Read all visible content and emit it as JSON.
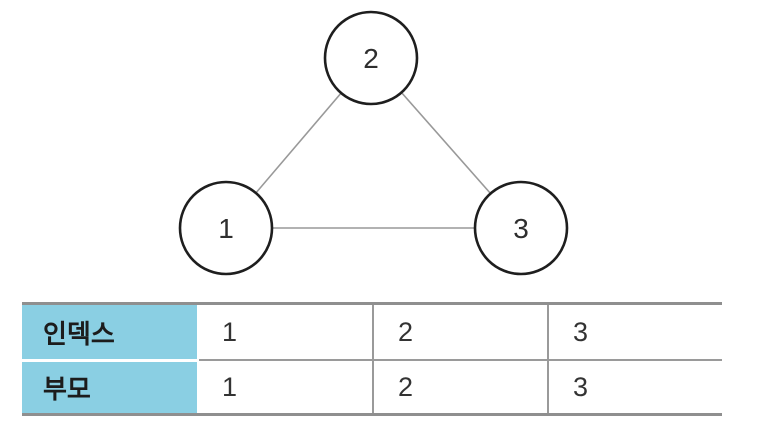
{
  "diagram": {
    "description": "undirected triangle graph",
    "nodes": [
      {
        "id": "1",
        "label": "1"
      },
      {
        "id": "2",
        "label": "2"
      },
      {
        "id": "3",
        "label": "3"
      }
    ],
    "edges": [
      {
        "from": "1",
        "to": "2"
      },
      {
        "from": "2",
        "to": "3"
      },
      {
        "from": "1",
        "to": "3"
      }
    ]
  },
  "table": {
    "rows": [
      {
        "header": "인덱스",
        "cells": [
          "1",
          "2",
          "3"
        ]
      },
      {
        "header": "부모",
        "cells": [
          "1",
          "2",
          "3"
        ]
      }
    ]
  },
  "colors": {
    "header_bg": "#8acfe3",
    "grid_line": "#9a9a9a",
    "outer_border": "#8f8f8f",
    "node_stroke": "#1e1e1e",
    "node_fill": "#ffffff",
    "edge_stroke": "#999999",
    "text": "#2e2e2e"
  }
}
